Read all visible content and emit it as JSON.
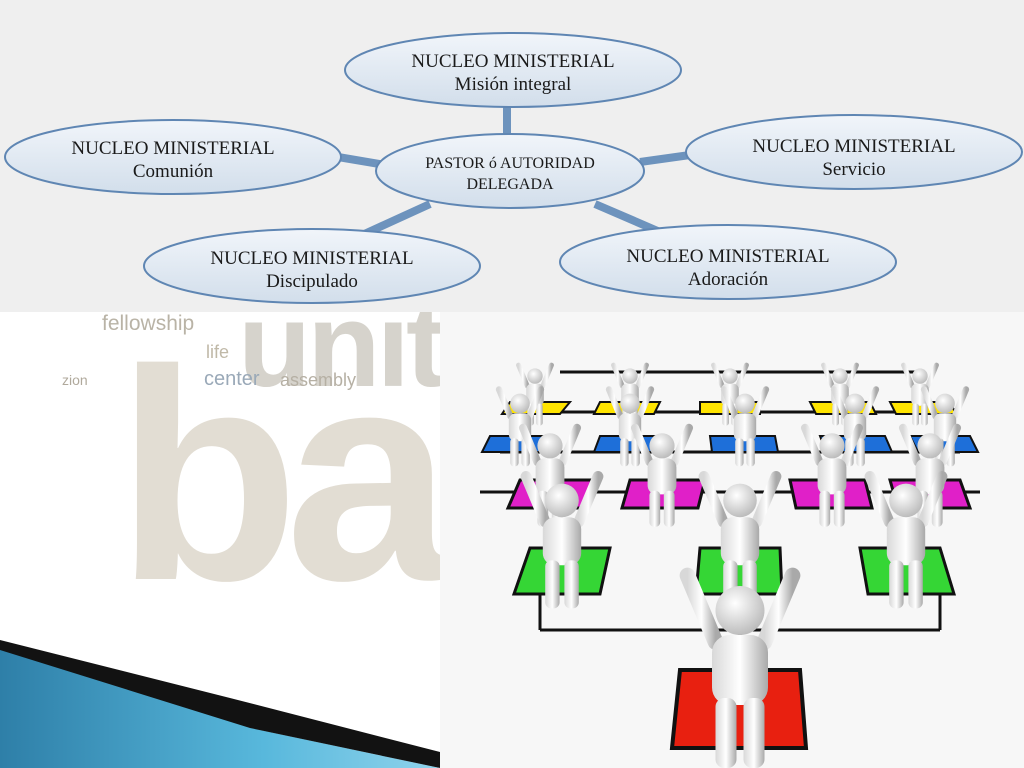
{
  "diagram": {
    "center": {
      "line1": "PASTOR ó AUTORIDAD",
      "line2": "DELEGADA"
    },
    "nodes": [
      {
        "id": "mision",
        "title": "NUCLEO MINISTERIAL",
        "subtitle": "Misión integral"
      },
      {
        "id": "comunion",
        "title": "NUCLEO MINISTERIAL",
        "subtitle": "Comunión"
      },
      {
        "id": "servicio",
        "title": "NUCLEO MINISTERIAL",
        "subtitle": "Servicio"
      },
      {
        "id": "discipulado",
        "title": "NUCLEO MINISTERIAL",
        "subtitle": "Discipulado"
      },
      {
        "id": "adoracion",
        "title": "NUCLEO MINISTERIAL",
        "subtitle": "Adoración"
      }
    ],
    "colors": {
      "node_fill": "#dfe8f2",
      "node_stroke": "#5f86b3",
      "connector": "#6d93bd"
    }
  },
  "wordcloud": {
    "words": {
      "fellowship": "fellowship",
      "united": "unitec",
      "life": "life",
      "center": "center",
      "assembly": "assembly",
      "zion": "zion",
      "bap": "bap"
    }
  },
  "photo": {
    "square_colors": {
      "top": "#ffe400",
      "blue": "#1e6fd9",
      "magenta": "#e020c8",
      "green": "#35d635",
      "red": "#e82010"
    }
  }
}
